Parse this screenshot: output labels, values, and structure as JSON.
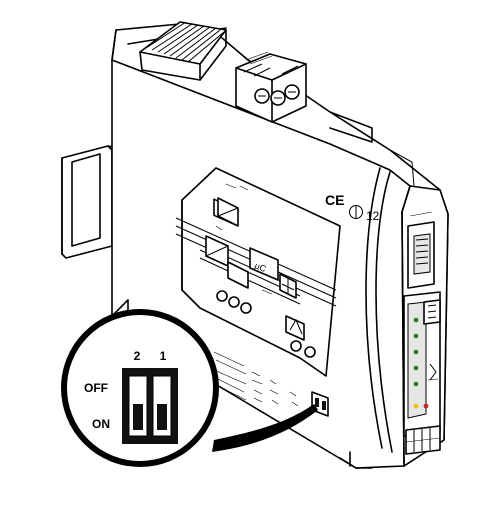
{
  "callout": {
    "switch_numbers": [
      "2",
      "1"
    ],
    "off_label": "OFF",
    "on_label": "ON"
  },
  "marks": {
    "ce": "CE",
    "ex_number": "12",
    "mu_c": "µC"
  },
  "colors": {
    "line": "#000000",
    "background": "#ffffff",
    "led_green": "#2e7d32",
    "led_yellow": "#f2c200",
    "led_red": "#c62828"
  },
  "icons": [
    "din-rail-bracket-icon",
    "screw-terminal-icon",
    "dip-switch-icon",
    "led-indicator-icon"
  ]
}
